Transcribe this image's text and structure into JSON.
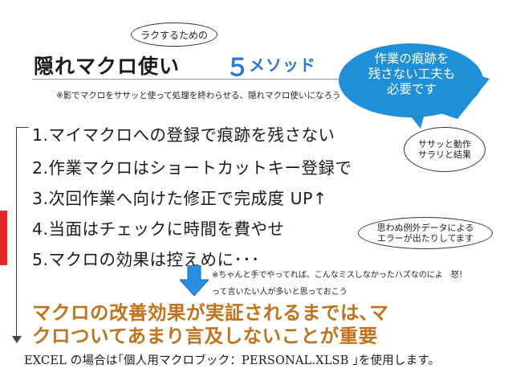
{
  "callout_small": "ラクするための",
  "title": {
    "main": "隠れマクロ使い",
    "number": "５",
    "method": "メソッド"
  },
  "subtitle": "※影でマクロをササッと使って処理を終わらせる、隠れマクロ使いになろう",
  "callout_big": {
    "line1": "作業の痕跡を",
    "line2": "残さない工夫も",
    "line3": "必要です"
  },
  "list": [
    "1.マイマクロへの登録で痕跡を残さない",
    "2.作業マクロはショートカットキー登録で",
    "3.次回作業へ向けた修正で完成度 UP↑",
    "4.当面はチェックに時間を費やせ",
    "5.マクロの効果は控えめに･･･"
  ],
  "callout_speed": {
    "line1": "ササッと動作",
    "line2": "サラリと結果"
  },
  "callout_error": {
    "line1": "思わぬ例外データによる",
    "line2": "エラーが出たりしてます"
  },
  "note": {
    "line1": "※ちゃんと手でやってれば、こんなミスしなかったハズなのによ　怒！",
    "line2": "って言いたい人が多いと思っておこう"
  },
  "highlight": {
    "line1": "マクロの改善効果が実証されるまでは､マ",
    "line2": "クロついてあまり言及しないことが重要"
  },
  "footer": "EXCEL の場合は｢個人用マクロブック：PERSONAL.XLSB ｣を使用します。",
  "colors": {
    "accent_blue": "#2a78d6",
    "bubble_blue": "#1f8fd8",
    "highlight_orange": "#c0721c",
    "edge_red": "#e8242c"
  }
}
